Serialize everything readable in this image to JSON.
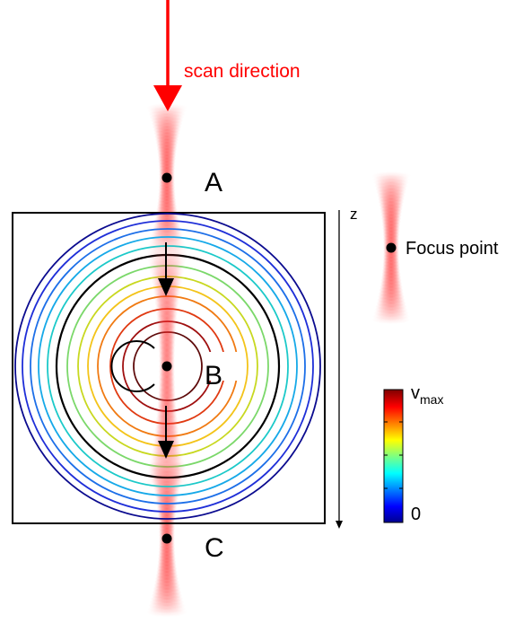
{
  "scan_label": "scan direction",
  "point_labels": {
    "a": "A",
    "b": "B",
    "c": "C"
  },
  "axis_label": "z",
  "legend": {
    "focus_label": "Focus point"
  },
  "colorbar": {
    "max_base": "v",
    "max_sub": "max",
    "min_label": "0",
    "colormap": "jet"
  },
  "colors": {
    "scan_arrow": "#ff0000",
    "scan_text": "#ff0000",
    "beam": "#ff1a1a",
    "text": "#000000",
    "box": "#000000",
    "contour_levels": [
      "#0b0b8f",
      "#1f2fd8",
      "#1d6fe8",
      "#16a9e8",
      "#1cc9c9",
      "#7bd86a",
      "#c8d820",
      "#f3c41a",
      "#f07a12",
      "#e03a12",
      "#a01010",
      "#5e0a0a"
    ]
  }
}
